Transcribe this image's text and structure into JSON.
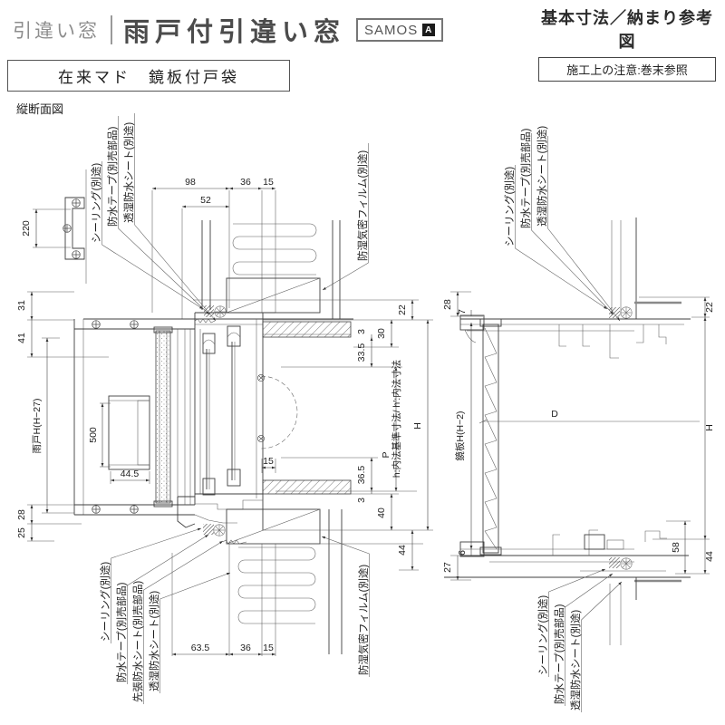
{
  "header": {
    "category": "引違い窓",
    "title": "雨戸付引違い窓",
    "brand": "SAMOS",
    "brand_mark": "A",
    "ref_title": "基本寸法／納まり参考図",
    "ref_note": "施工上の注意:巻末参照",
    "variant": "在来マド　鏡板付戸袋",
    "view_label": "縦断面図"
  },
  "colors": {
    "line": "#3f3f3f",
    "text": "#1e1e1e",
    "badge_bg": "#1b1b1b"
  },
  "left_drawing": {
    "part_dim": "220",
    "dim_98": "98",
    "dim_52": "52",
    "dim_36_top": "36",
    "dim_15_top": "15",
    "dim_31": "31",
    "dim_41": "41",
    "shutter_height": "雨戸H(H−27)",
    "dim_500": "500",
    "dim_44_5": "44.5",
    "dim_28": "28",
    "dim_25": "25",
    "dim_22": "22",
    "dim_30": "30",
    "dim_3_top": "3",
    "dim_33_5": "33.5",
    "pitch": "P",
    "dim_36_5": "36.5",
    "dim_15_sill": "15",
    "dim_3_bottom": "3",
    "dim_40": "40",
    "dim_44": "44",
    "height": "H",
    "inner_note": "h:内法基準寸法/ h′:内法寸法",
    "dim_63_5": "63.5",
    "dim_36_bottom": "36",
    "dim_15_bottom": "15",
    "callout_sealing": "シーリング(別途)",
    "callout_tape": "防水テープ(別売部品)",
    "callout_sheet": "透湿防水シート(別途)",
    "callout_presheet": "先張防水シート(別売部品)",
    "callout_film": "防湿気密フィルム(別途)"
  },
  "right_drawing": {
    "callout_sealing": "シーリング(別途)",
    "callout_tape": "防水テープ(別売部品)",
    "callout_sheet": "透湿防水シート(別途)",
    "dim_28": "28",
    "dim_7": "7",
    "panel_height": "鏡板H(H−2)",
    "dim_6": "6",
    "dim_27": "27",
    "dim_22": "22",
    "height": "H",
    "dim_58": "58",
    "dim_44": "44",
    "depth": "D"
  }
}
